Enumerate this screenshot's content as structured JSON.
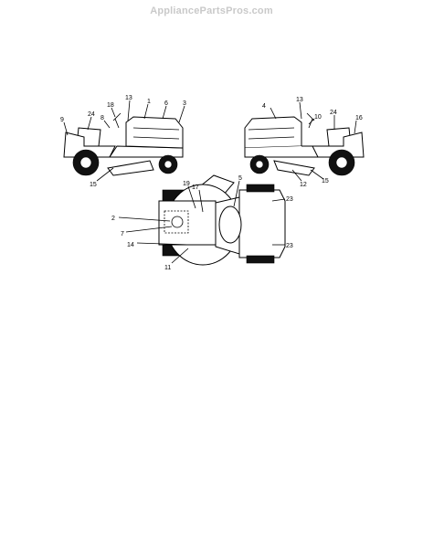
{
  "watermark": "AppliancePartsPros.com",
  "callouts": {
    "left": [
      "9",
      "24",
      "18",
      "8",
      "13",
      "1",
      "6",
      "3",
      "15"
    ],
    "right": [
      "4",
      "13",
      "10",
      "24",
      "16",
      "12",
      "15"
    ],
    "top": [
      "19",
      "17",
      "5",
      "23",
      "2",
      "7",
      "14",
      "11",
      "23"
    ]
  }
}
